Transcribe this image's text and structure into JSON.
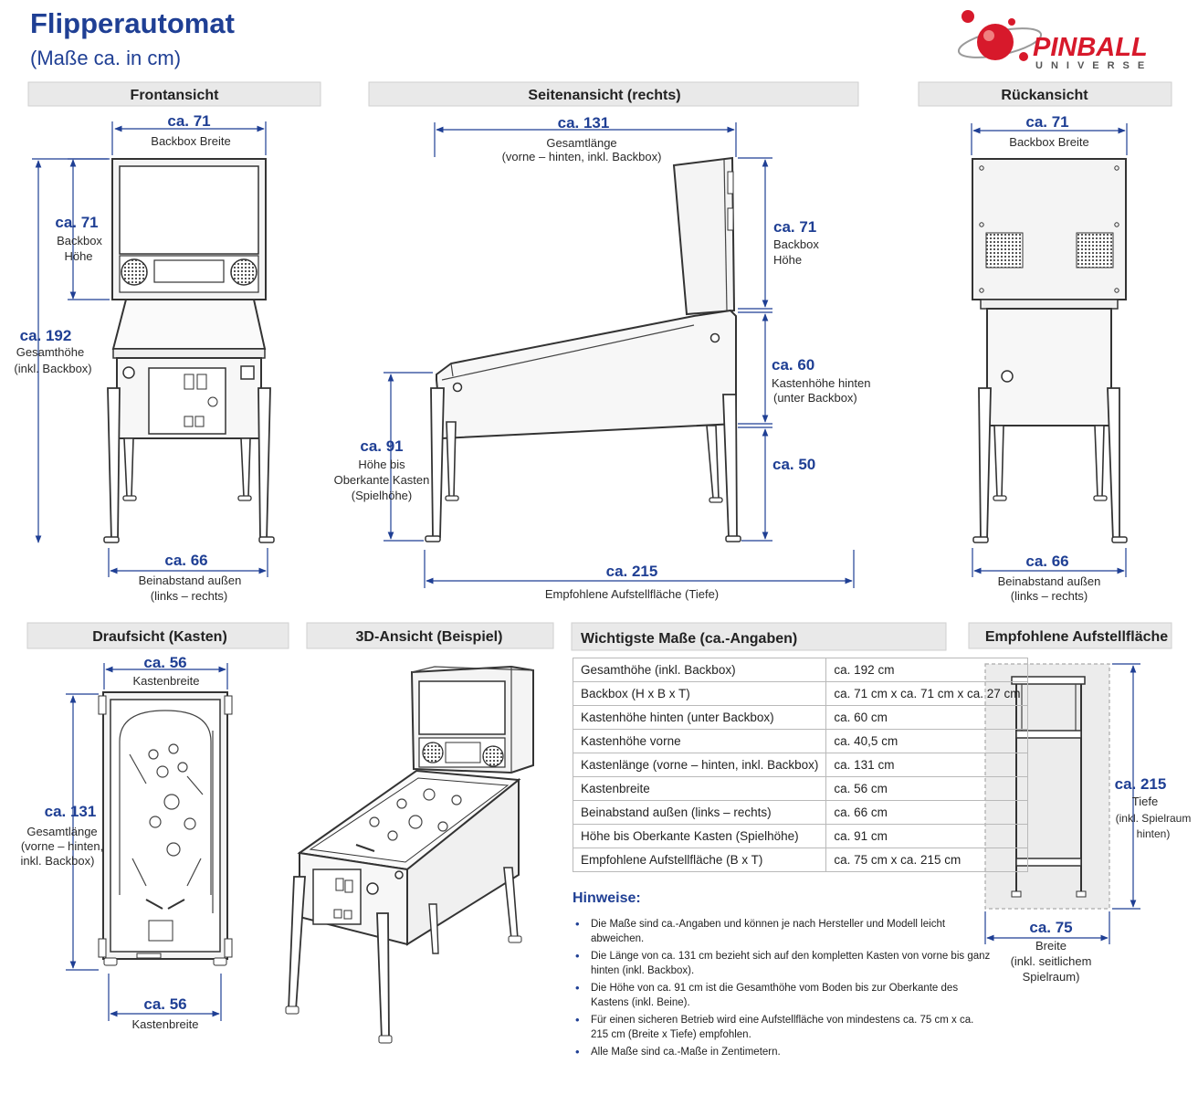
{
  "title": "Flipperautomat",
  "subtitle": "(Maße ca. in cm)",
  "logo": {
    "line1": "PINBALL",
    "line2": "UNIVERSE",
    "accent": "#d7192b",
    "icon": "planet-icon"
  },
  "sections": {
    "front": "Frontansicht",
    "side": "Seitenansicht (rechts)",
    "back": "Rückansicht",
    "top": "Draufsicht (Kasten)",
    "iso": "3D-Ansicht (Beispiel)",
    "table": "Wichtigste Maße (ca.-Angaben)",
    "area": "Empfohlene Aufstellfläche"
  },
  "front": {
    "backbox_width": {
      "value": "ca. 71",
      "label": "Backbox Breite"
    },
    "backbox_height": {
      "value": "ca. 71",
      "label1": "Backbox",
      "label2": "Höhe"
    },
    "total_height": {
      "value": "ca. 192",
      "label1": "Gesamthöhe",
      "label2": "(inkl. Backbox)"
    },
    "leg_spacing": {
      "value": "ca. 66",
      "label1": "Beinabstand außen",
      "label2": "(links – rechts)"
    }
  },
  "side": {
    "length": {
      "value": "ca. 131",
      "label1": "Gesamtlänge",
      "label2": "(vorne – hinten, inkl. Backbox)"
    },
    "backbox_height": {
      "value": "ca. 71",
      "label1": "Backbox",
      "label2": "Höhe"
    },
    "rear_height": {
      "value": "ca. 60",
      "label1": "Kastenhöhe hinten",
      "label2": "(unter Backbox)"
    },
    "leg_height": {
      "value": "ca. 50"
    },
    "play_height": {
      "value": "ca. 91",
      "label1": "Höhe bis",
      "label2": "Oberkante Kasten",
      "label3": "(Spielhöhe)"
    },
    "floor_depth": {
      "value": "ca. 215",
      "label": "Empfohlene Aufstellfläche (Tiefe)"
    }
  },
  "back": {
    "backbox_width": {
      "value": "ca. 71",
      "label": "Backbox Breite"
    },
    "leg_spacing": {
      "value": "ca. 66",
      "label1": "Beinabstand außen",
      "label2": "(links – rechts)"
    }
  },
  "top": {
    "width_top": {
      "value": "ca. 56",
      "label": "Kastenbreite"
    },
    "length": {
      "value": "ca. 131",
      "label1": "Gesamtlänge",
      "label2": "(vorne – hinten,",
      "label3": "inkl. Backbox)"
    },
    "width_bottom": {
      "value": "ca. 56",
      "label": "Kastenbreite"
    }
  },
  "dims_table": {
    "rows": [
      {
        "k": "Gesamthöhe (inkl. Backbox)",
        "v": "ca. 192 cm"
      },
      {
        "k": "Backbox (H x B x T)",
        "v": "ca. 71 cm x ca. 71 cm x ca. 27 cm"
      },
      {
        "k": "Kastenhöhe hinten (unter Backbox)",
        "v": "ca. 60 cm"
      },
      {
        "k": "Kastenhöhe vorne",
        "v": "ca. 40,5 cm"
      },
      {
        "k": "Kastenlänge (vorne – hinten, inkl. Backbox)",
        "v": "ca. 131 cm"
      },
      {
        "k": "Kastenbreite",
        "v": "ca. 56 cm"
      },
      {
        "k": "Beinabstand außen (links – rechts)",
        "v": "ca. 66 cm"
      },
      {
        "k": "Höhe bis Oberkante Kasten (Spielhöhe)",
        "v": "ca. 91 cm"
      },
      {
        "k": "Empfohlene Aufstellfläche (B x T)",
        "v": "ca. 75 cm x ca. 215 cm"
      }
    ]
  },
  "notes": {
    "title": "Hinweise:",
    "items": [
      "Die Maße sind ca.-Angaben und können je nach Hersteller und Modell leicht abweichen.",
      "Die Länge von ca. 131 cm bezieht sich auf den kompletten Kasten von vorne bis ganz hinten (inkl. Backbox).",
      "Die Höhe von ca. 91 cm ist die Gesamthöhe vom Boden bis zur Oberkante des Kastens (inkl. Beine).",
      "Für einen sicheren Betrieb wird eine Aufstellfläche von mindestens ca. 75 cm x ca. 215 cm (Breite x Tiefe) empfohlen.",
      "Alle Maße sind ca.-Maße in Zentimetern."
    ]
  },
  "area": {
    "depth": {
      "value": "ca. 215",
      "label1": "Tiefe",
      "label2": "(inkl. Spielraum",
      "label3": "hinten)"
    },
    "width": {
      "value": "ca. 75",
      "label1": "Breite",
      "label2": "(inkl. seitlichem",
      "label3": "Spielraum)"
    }
  }
}
